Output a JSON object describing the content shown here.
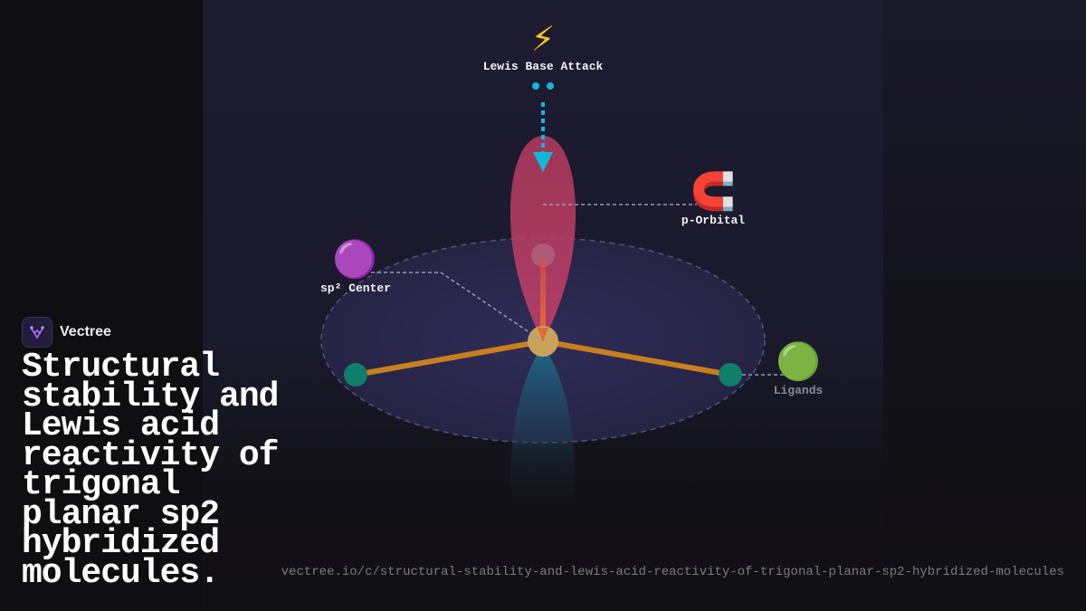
{
  "brand": {
    "name": "Vectree"
  },
  "headline": "Structural stability and Lewis acid reactivity of trigonal planar sp2 hybridized molecules.",
  "url": "vectree.io/c/structural-stability-and-lewis-acid-reactivity-of-trigonal-planar-sp2-hybridized-molecules",
  "diagram": {
    "labels": {
      "attack": "Lewis Base Attack",
      "orbital": "p-Orbital",
      "center": "sp² Center",
      "ligands": "Ligands"
    },
    "icons": {
      "attack": "⚡",
      "orbital": "🧲",
      "center": "🟣",
      "ligands": "🟢"
    },
    "colors": {
      "orbital_lobe": "#b03a5c",
      "lower_lobe": "#1d5f7a",
      "bond": "#c8801e",
      "ligand_atom": "#0f7e6a",
      "center_atom": "#c9a35a",
      "lone_pair": "#12b8d8",
      "plane": "#2c2a52"
    }
  }
}
